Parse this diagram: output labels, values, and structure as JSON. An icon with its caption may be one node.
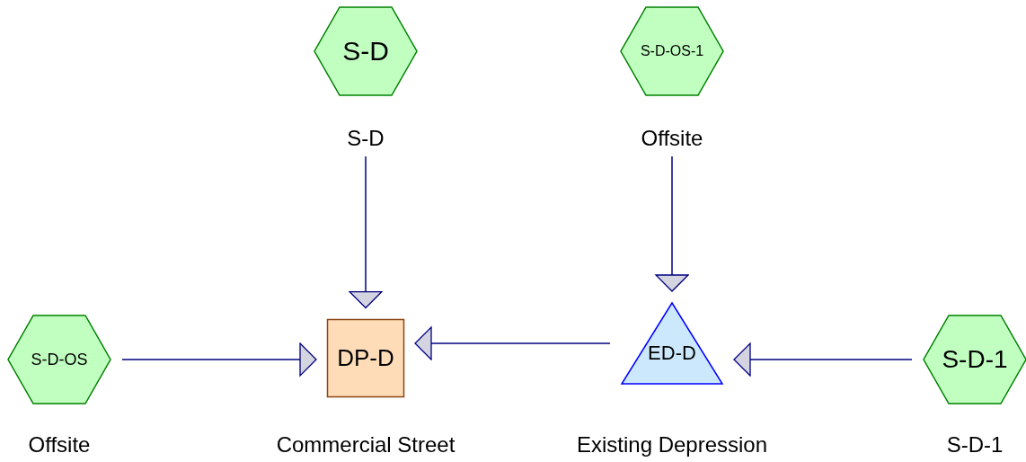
{
  "diagram": {
    "nodes": [
      {
        "text": [
          "S-D"
        ],
        "beside": [
          "S-D"
        ]
      },
      {
        "text": [
          "S-D-OS-1"
        ],
        "beside": [
          "Offsite"
        ]
      },
      {
        "text": [
          "S-D-OS"
        ],
        "beside": [
          "Offsite"
        ]
      },
      {
        "text": [
          "DP-D"
        ],
        "beside": [
          "Commercial Street"
        ]
      },
      {
        "text": [
          "ED-D"
        ],
        "beside": [
          "Existing Depression"
        ]
      },
      {
        "text": [
          "S-D-1"
        ],
        "beside": [
          "S-D-1"
        ]
      }
    ],
    "edges": [
      {
        "from": 0,
        "to": 3,
        "arrow": "to"
      },
      {
        "from": 1,
        "to": 4,
        "arrow": "to"
      },
      {
        "from": 2,
        "to": 3,
        "arrow": "to"
      },
      {
        "from": 4,
        "to": 3,
        "arrow": "to"
      },
      {
        "from": 5,
        "to": 4,
        "arrow": "to"
      }
    ]
  }
}
